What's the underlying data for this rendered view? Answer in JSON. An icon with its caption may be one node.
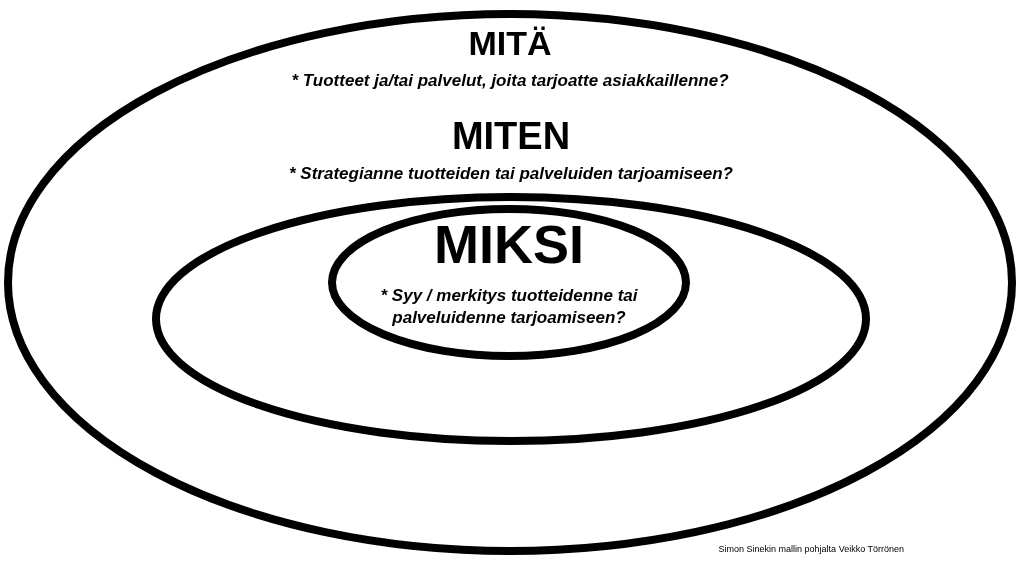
{
  "diagram": {
    "nodes": [
      {
        "text": [
          "MITÄ",
          "* Tuotteet ja/tai palvelut, joita tarjoatte asiakkaillenne?"
        ]
      },
      {
        "text": [
          "MITEN",
          "* Strategianne tuotteiden tai palveluiden tarjoamiseen?"
        ],
        "in": 0
      },
      {
        "text": [
          "MIKSI",
          "* Syy / merkitys tuotteidenne tai palveluidenne tarjoamiseen?"
        ],
        "in": 1
      }
    ],
    "labels": [
      "Simon Sinekin mallin pohjalta Veikko Törrönen"
    ]
  }
}
